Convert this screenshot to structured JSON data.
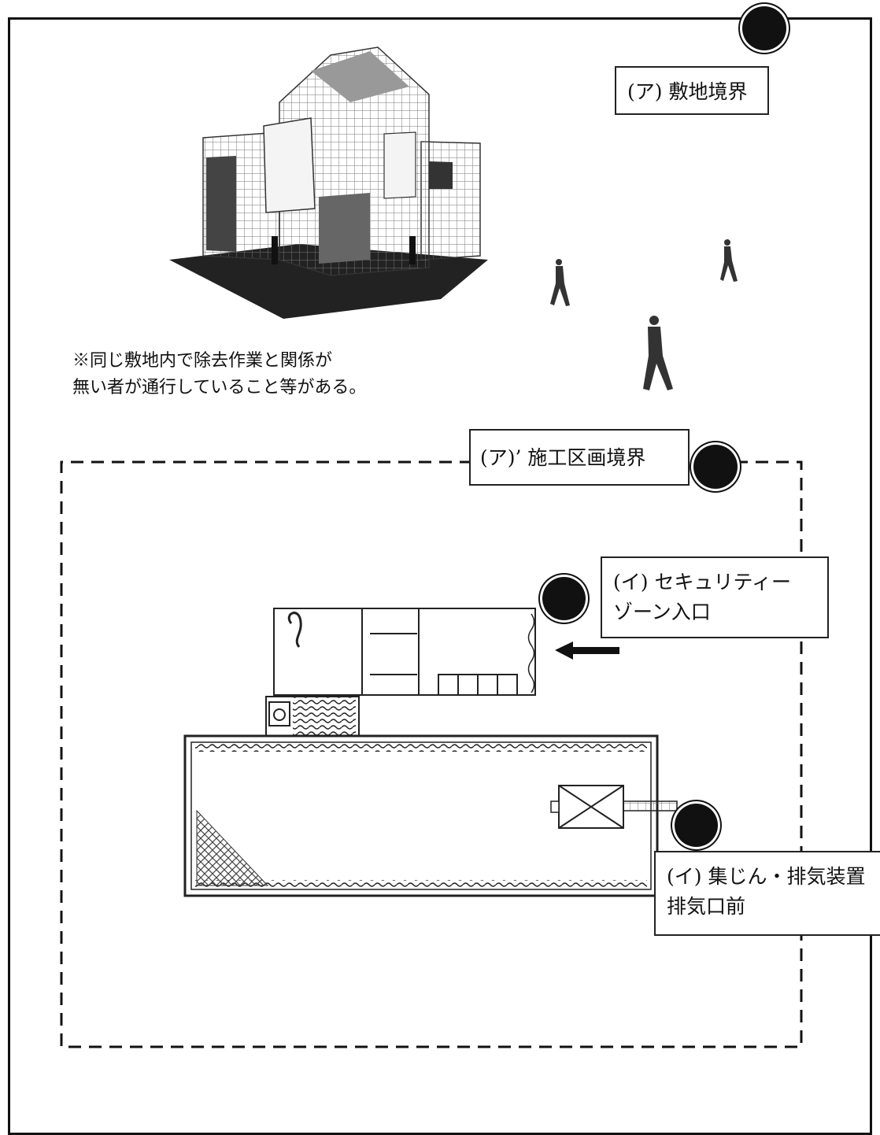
{
  "labels": {
    "site_boundary": "(ア) 敷地境界",
    "construction_boundary": "(ア)’ 施工区画境界",
    "security_zone_line1": "(イ) セキュリティー",
    "security_zone_line2": "ゾーン入口",
    "exhaust_line1": "(イ) 集じん・排気装置",
    "exhaust_line2": "排気口前"
  },
  "note": {
    "line1": "※同じ敷地内で除去作業と関係が",
    "line2": "無い者が通行していること等がある。"
  },
  "colors": {
    "line": "#111111",
    "background": "#ffffff",
    "hatch": "#555555"
  }
}
